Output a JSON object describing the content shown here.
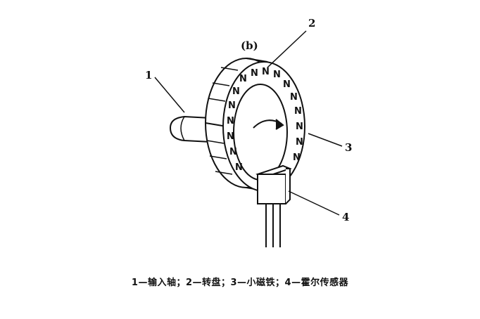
{
  "figure": {
    "sub_label": "(b)",
    "callouts": [
      "1",
      "2",
      "3",
      "4"
    ],
    "magnet_letter": "N",
    "caption": "1—输入轴；2—转盘；3—小磁铁；4—霍尔传感器"
  }
}
